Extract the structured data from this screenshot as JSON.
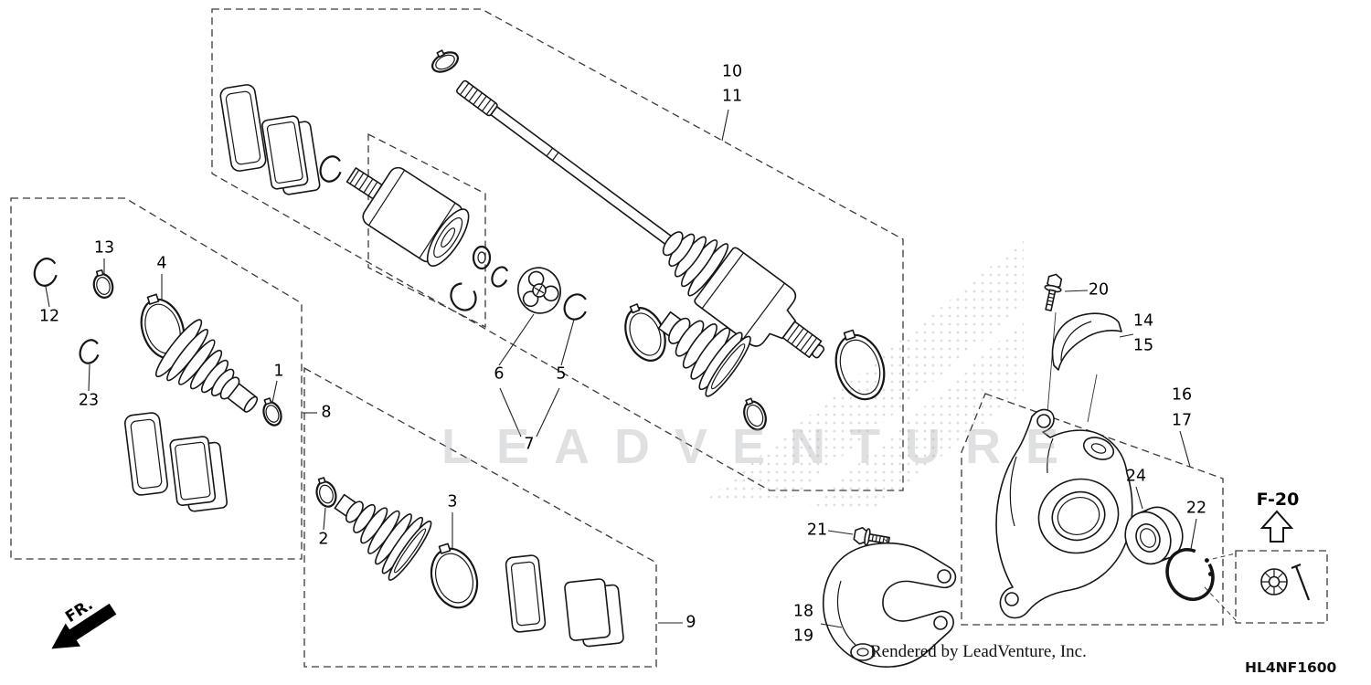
{
  "labels": {
    "front_direction": "FR.",
    "reference": "F-20",
    "watermark": "LEADVENTURE",
    "footer_credit": "Rendered by LeadVenture, Inc.",
    "diagram_code": "HL4NF1600"
  },
  "callouts": {
    "n1": "1",
    "n2": "2",
    "n3": "3",
    "n4": "4",
    "n5": "5",
    "n6": "6",
    "n7": "7",
    "n8": "8",
    "n9": "9",
    "n10": "10",
    "n11": "11",
    "n12": "12",
    "n13": "13",
    "n14": "14",
    "n15": "15",
    "n16": "16",
    "n17": "17",
    "n18": "18",
    "n19": "19",
    "n20": "20",
    "n21": "21",
    "n22": "22",
    "n23": "23",
    "n24": "24"
  }
}
